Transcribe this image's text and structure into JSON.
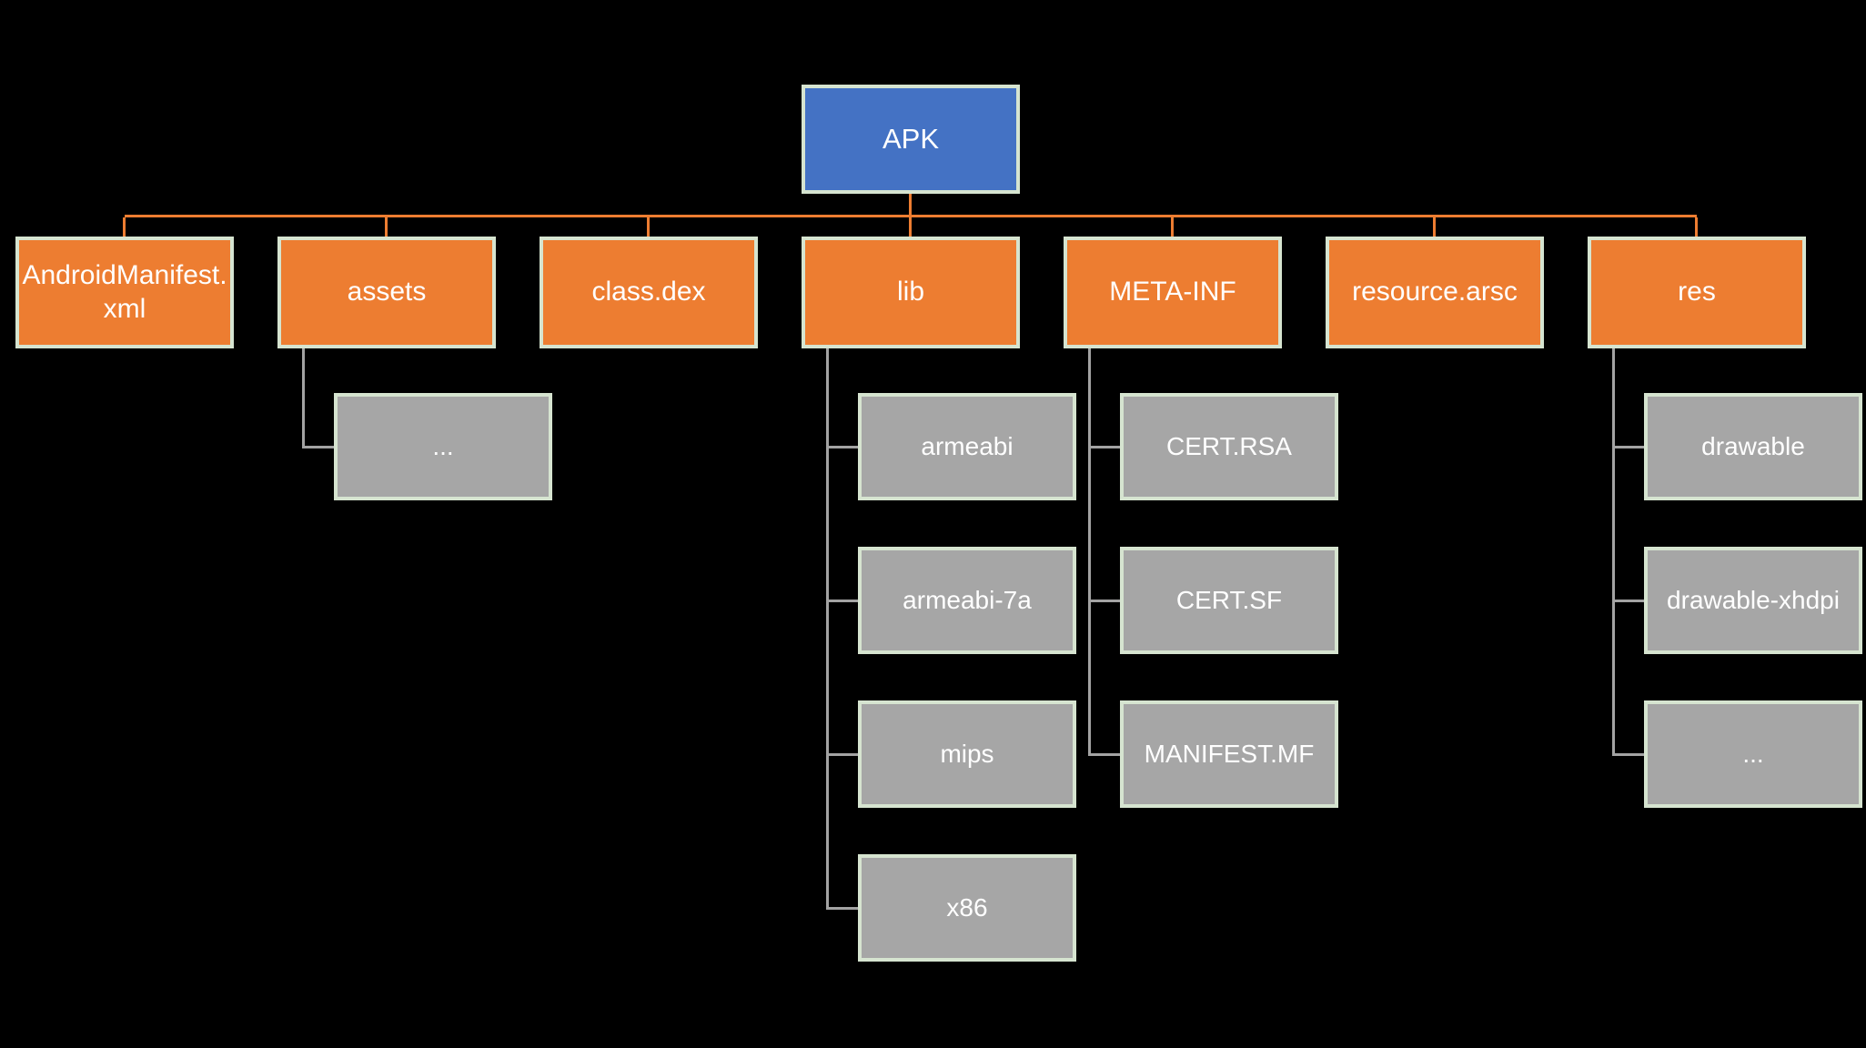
{
  "diagram": {
    "root": {
      "label": "APK"
    },
    "nodes": [
      {
        "label": "AndroidManifest.\nxml",
        "children": []
      },
      {
        "label": "assets",
        "children": [
          "..."
        ]
      },
      {
        "label": "class.dex",
        "children": []
      },
      {
        "label": "lib",
        "children": [
          "armeabi",
          "armeabi-7a",
          "mips",
          "x86"
        ]
      },
      {
        "label": "META-INF",
        "children": [
          "CERT.RSA",
          "CERT.SF",
          "MANIFEST.MF"
        ]
      },
      {
        "label": "resource.arsc",
        "children": []
      },
      {
        "label": "res",
        "children": [
          "drawable",
          "drawable-xhdpi",
          "..."
        ]
      }
    ]
  },
  "colors": {
    "background": "#000000",
    "root_fill": "#4472C4",
    "folder_fill": "#ED7D31",
    "file_fill": "#A6A6A6",
    "box_border": "#D6E4D0",
    "primary_connector": "#ED7D31",
    "secondary_connector": "#A3A3A3",
    "text": "#FFFFFF"
  }
}
